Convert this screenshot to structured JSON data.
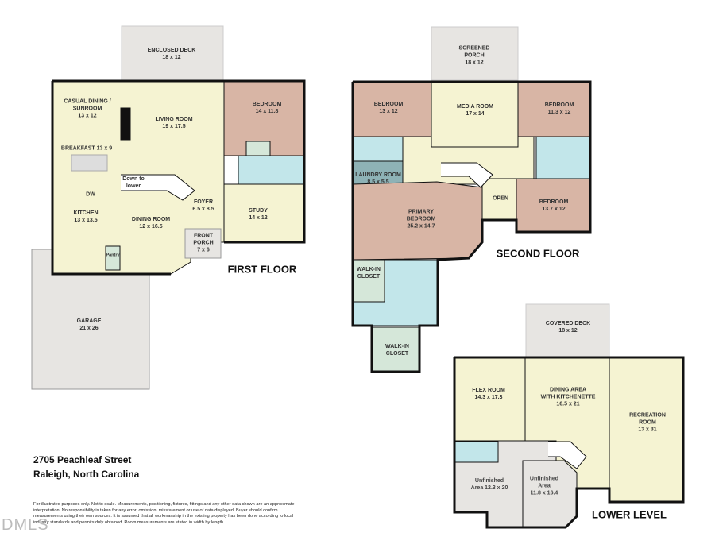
{
  "colors": {
    "living": "#f5f3d2",
    "bedroom": "#d8b5a5",
    "bath": "#c2e6ea",
    "closet": "#d5e7d9",
    "exterior": "#e7e5e2",
    "laundry": "#8eb2b6",
    "wall": "#111111"
  },
  "first_floor": {
    "title": "FIRST FLOOR",
    "rooms": [
      {
        "name": "ENCLOSED DECK",
        "size": "18 x 12"
      },
      {
        "name": "CASUAL DINING /",
        "name2": "SUNROOM",
        "size": "13 x 12"
      },
      {
        "name": "LIVING ROOM",
        "size": "19 x 17.5"
      },
      {
        "name": "BEDROOM",
        "size": "14 x 11.8"
      },
      {
        "name": "BREAKFAST 13 x 9"
      },
      {
        "name": "Down to",
        "name2": "lower"
      },
      {
        "name": "DW"
      },
      {
        "name": "KITCHEN",
        "size": "13 x 13.5"
      },
      {
        "name": "DINING ROOM",
        "size": "12 x 16.5"
      },
      {
        "name": "FOYER",
        "size": "6.5 x 8.5"
      },
      {
        "name": "STUDY",
        "size": "14 x 12"
      },
      {
        "name": "FRONT",
        "name2": "PORCH",
        "size": "7 x 6"
      },
      {
        "name": "Pantry"
      },
      {
        "name": "GARAGE",
        "size": "21 x 26"
      }
    ]
  },
  "second_floor": {
    "title": "SECOND FLOOR",
    "rooms": [
      {
        "name": "SCREENED",
        "name2": "PORCH",
        "size": "18 x 12"
      },
      {
        "name": "BEDROOM",
        "size": "13 x 12"
      },
      {
        "name": "MEDIA ROOM",
        "size": "17 x 14"
      },
      {
        "name": "BEDROOM",
        "size": "11.3 x 12"
      },
      {
        "name": "LAUNDRY ROOM",
        "size": "8.5 x 5.5"
      },
      {
        "name": "PRIMARY",
        "name2": "BEDROOM",
        "size": "25.2 x 14.7"
      },
      {
        "name": "OPEN"
      },
      {
        "name": "BEDROOM",
        "size": "13.7 x 12"
      },
      {
        "name": "WALK-IN",
        "name2": "CLOSET"
      },
      {
        "name": "WALK-IN",
        "name2": "CLOSET"
      }
    ]
  },
  "lower_level": {
    "title": "LOWER LEVEL",
    "rooms": [
      {
        "name": "COVERED DECK",
        "size": "18 x 12"
      },
      {
        "name": "FLEX ROOM",
        "size": "14.3 x 17.3"
      },
      {
        "name": "DINING AREA",
        "name2": "WITH KITCHENETTE",
        "size": "16.5 x 21"
      },
      {
        "name": "RECREATION",
        "name2": "ROOM",
        "size": "13 x 31"
      },
      {
        "name": "Unfinished",
        "name2": "Area 12.3 x 20"
      },
      {
        "name": "Unfinished",
        "name2": "Area",
        "size": "11.8 x 16.4"
      }
    ]
  },
  "address": {
    "line1": "2705 Peachleaf Street",
    "line2": "Raleigh, North Carolina"
  },
  "disclaimer": "For illustrated purposes only. Not to scale. Measurements, positioning, fixtures, fittings and any other data shown are an approximate interpretation. No responsibility is taken for any error, omission, misstatement or use of data displayed. Buyer should confirm measurements using their own sources. It is assumed that all workmanship in the existing property has been done according to local industry standards and permits duly obtained. Room measurements are stated in width by length.",
  "watermark": "DMLS"
}
